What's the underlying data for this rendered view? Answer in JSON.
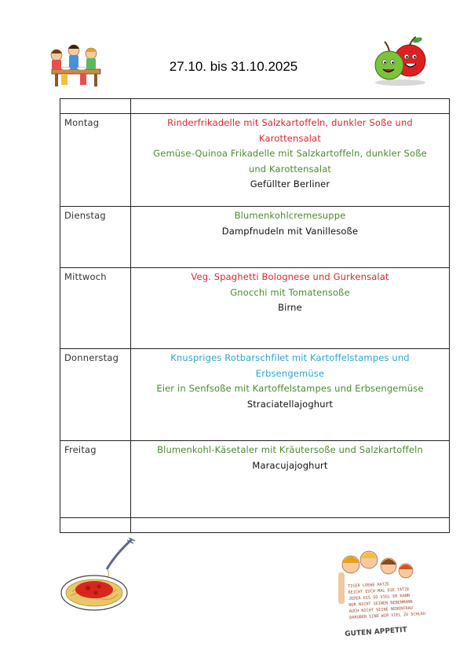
{
  "header": {
    "date_range": "27.10. bis 31.10.2025"
  },
  "menu": {
    "days": [
      {
        "day": "Montag",
        "dishes": [
          {
            "text": "Rinderfrikadelle mit Salzkartoffeln, dunkler Soße und",
            "color": "#e0262c"
          },
          {
            "text": "Karottensalat",
            "color": "#e0262c"
          },
          {
            "text": "Gemüse-Quinoa Frikadelle mit Salzkartoffeln, dunkler Soße",
            "color": "#4e8a2e"
          },
          {
            "text": "und Karottensalat",
            "color": "#4e8a2e"
          },
          {
            "text": "Gefüllter Berliner",
            "color": "#111111"
          }
        ]
      },
      {
        "day": "Dienstag",
        "dishes": [
          {
            "text": "Blumenkohlcremesuppe",
            "color": "#4e8a2e"
          },
          {
            "text": "Dampfnudeln mit Vanillesoße",
            "color": "#111111"
          }
        ]
      },
      {
        "day": "Mittwoch",
        "dishes": [
          {
            "text": "Veg. Spaghetti Bolognese und Gurkensalat",
            "color": "#e0262c"
          },
          {
            "text": "Gnocchi mit Tomatensoße",
            "color": "#4e8a2e"
          },
          {
            "text": "Birne",
            "color": "#111111"
          }
        ]
      },
      {
        "day": "Donnerstag",
        "dishes": [
          {
            "text": "Knuspriges Rotbarschfilet mit Kartoffelstampes und",
            "color": "#2aa5d6"
          },
          {
            "text": "Erbsengemüse",
            "color": "#2aa5d6"
          },
          {
            "text": "Eier in Senfsoße mit Kartoffelstampes und Erbsengemüse",
            "color": "#4e8a2e"
          },
          {
            "text": "Straciatellajoghurt",
            "color": "#111111"
          }
        ]
      },
      {
        "day": "Freitag",
        "dishes": [
          {
            "text": "Blumenkohl-Käsetaler mit Kräutersoße und Salzkartoffeln",
            "color": "#4e8a2e"
          },
          {
            "text": "Maracujajoghurt",
            "color": "#111111"
          }
        ]
      }
    ]
  },
  "footer_clipart": {
    "poem_lines": [
      "TIGER LOEWE KATZE",
      "REICHT EUCH MAL DIE TATZE",
      "JEDER ESS SO VIEL ER KANN",
      "NUR NICHT SEINEN NEBENMANN",
      "AUCH NICHT SEINE NEBENFRAU",
      "DARUBER SIND WIR VIEL ZU SCHLAU",
      "GUTEN APPETIT"
    ]
  }
}
